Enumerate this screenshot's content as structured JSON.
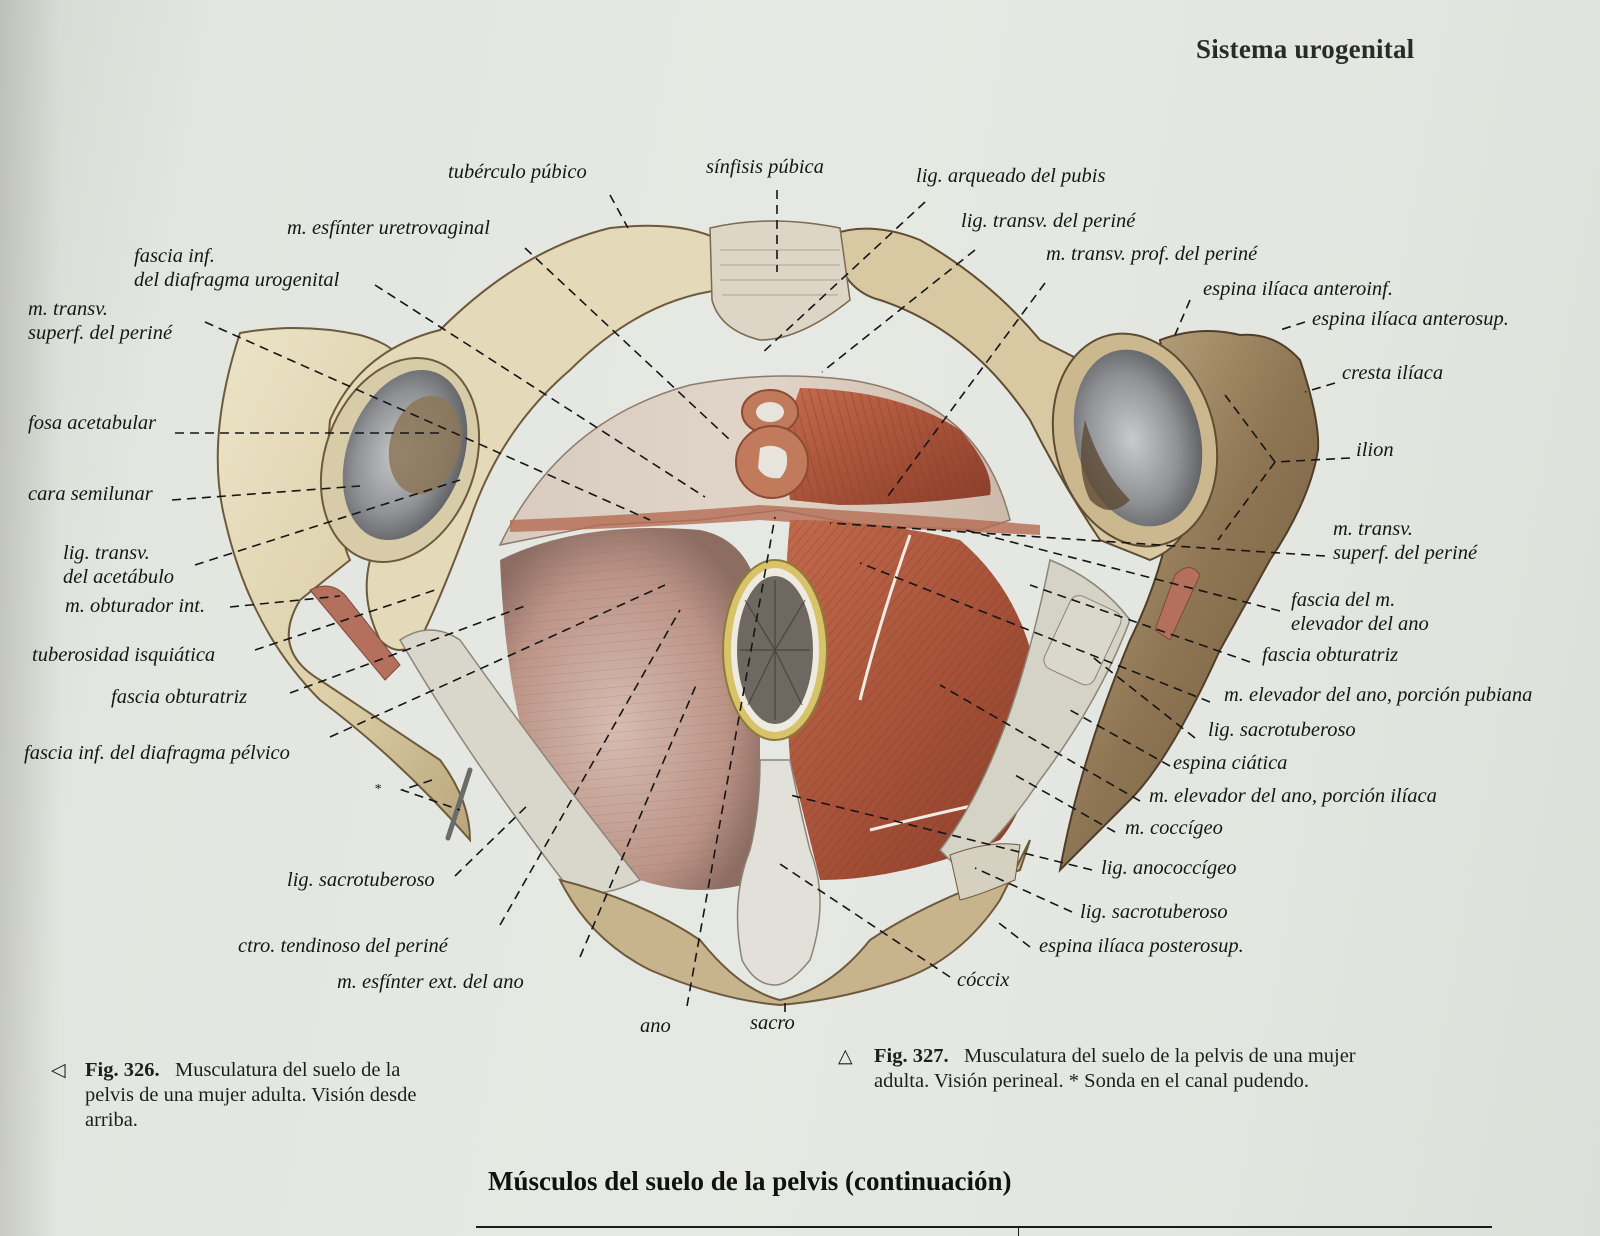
{
  "header": {
    "section_title": "Sistema urogenital"
  },
  "figure": {
    "labels_top": [
      {
        "id": "tuberculo-pubico",
        "text": "tubérculo púbico"
      },
      {
        "id": "sinfisis-pubica",
        "text": "sínfisis púbica"
      },
      {
        "id": "lig-arqueado-pubis",
        "text": "lig. arqueado del pubis"
      },
      {
        "id": "m-esfinter-uretrovaginal",
        "text": "m. esfínter uretrovaginal"
      },
      {
        "id": "lig-transv-perine",
        "text": "lig. transv. del periné"
      },
      {
        "id": "m-transv-prof-perine",
        "text": "m. transv. prof. del periné"
      }
    ],
    "labels_left": [
      {
        "id": "fascia-inf-diafragma-urogenital",
        "line1": "fascia inf.",
        "line2": "del diafragma urogenital"
      },
      {
        "id": "m-transv-superf-perine-left",
        "line1": "m. transv.",
        "line2": "superf. del periné"
      },
      {
        "id": "fosa-acetabular",
        "text": "fosa acetabular"
      },
      {
        "id": "cara-semilunar",
        "text": "cara semilunar"
      },
      {
        "id": "lig-transv-acetabulo",
        "line1": "lig. transv.",
        "line2": "del acetábulo"
      },
      {
        "id": "m-obturador-int",
        "text": "m. obturador int."
      },
      {
        "id": "tuberosidad-isquiatica",
        "text": "tuberosidad isquiática"
      },
      {
        "id": "fascia-obturatriz-left",
        "text": "fascia obturatriz"
      },
      {
        "id": "fascia-inf-diafragma-pelvico",
        "text": "fascia inf. del diafragma pélvico"
      },
      {
        "id": "asterisk",
        "text": "*"
      },
      {
        "id": "lig-sacrotuberoso-left",
        "text": "lig. sacrotuberoso"
      },
      {
        "id": "ctro-tendinoso-perine",
        "text": "ctro. tendinoso del periné"
      },
      {
        "id": "m-esfinter-ext-ano",
        "text": "m. esfínter ext. del ano"
      }
    ],
    "labels_bottom": [
      {
        "id": "ano",
        "text": "ano"
      },
      {
        "id": "sacro",
        "text": "sacro"
      }
    ],
    "labels_right": [
      {
        "id": "espina-iliaca-anteroinf",
        "text": "espina ilíaca anteroinf."
      },
      {
        "id": "espina-iliaca-anterosup",
        "text": "espina ilíaca anterosup."
      },
      {
        "id": "cresta-iliaca",
        "text": "cresta ilíaca"
      },
      {
        "id": "ilion",
        "text": "ilion"
      },
      {
        "id": "m-transv-superf-perine-right",
        "line1": "m. transv.",
        "line2": "superf. del periné"
      },
      {
        "id": "fascia-m-elevador-ano",
        "line1": "fascia del m.",
        "line2": "elevador del ano"
      },
      {
        "id": "fascia-obturatriz-right",
        "text": "fascia obturatriz"
      },
      {
        "id": "m-elevador-ano-pubiana",
        "text": "m. elevador del ano, porción pubiana"
      },
      {
        "id": "lig-sacrotuberoso-right-1",
        "text": "lig. sacrotuberoso"
      },
      {
        "id": "espina-ciatica",
        "text": "espina ciática"
      },
      {
        "id": "m-elevador-ano-iliaca",
        "text": "m. elevador del ano, porción ilíaca"
      },
      {
        "id": "m-coccigeo",
        "text": "m. coccígeo"
      },
      {
        "id": "lig-anococcigeo",
        "text": "lig. anococcígeo"
      },
      {
        "id": "lig-sacrotuberoso-right-2",
        "text": "lig. sacrotuberoso"
      },
      {
        "id": "espina-iliaca-posterosup",
        "text": "espina ilíaca posterosup."
      },
      {
        "id": "coccix",
        "text": "cóccix"
      }
    ],
    "colors": {
      "bone_light": "#e6dcc0",
      "bone_shadow": "#a8946c",
      "bone_dark": "#7a6446",
      "muscle_red": "#b0593f",
      "muscle_pink": "#c8a49a",
      "fascia": "#d9cbbd",
      "ligament": "#d8d6cc",
      "acetabulum_grey": "#8d8f93"
    }
  },
  "captions": {
    "fig326": {
      "marker": "◁",
      "number": "Fig. 326.",
      "text_line1": "Musculatura del suelo de la",
      "text_line2": "pelvis de una mujer adulta. Visión desde",
      "text_line3": "arriba."
    },
    "fig327": {
      "marker": "△",
      "number": "Fig. 327.",
      "text_line1": "Musculatura del suelo de la pelvis de una mujer",
      "text_line2": "adulta. Visión perineal. * Sonda en el canal pudendo."
    }
  },
  "footer": {
    "section_heading": "Músculos del suelo de la pelvis (continuación)"
  }
}
